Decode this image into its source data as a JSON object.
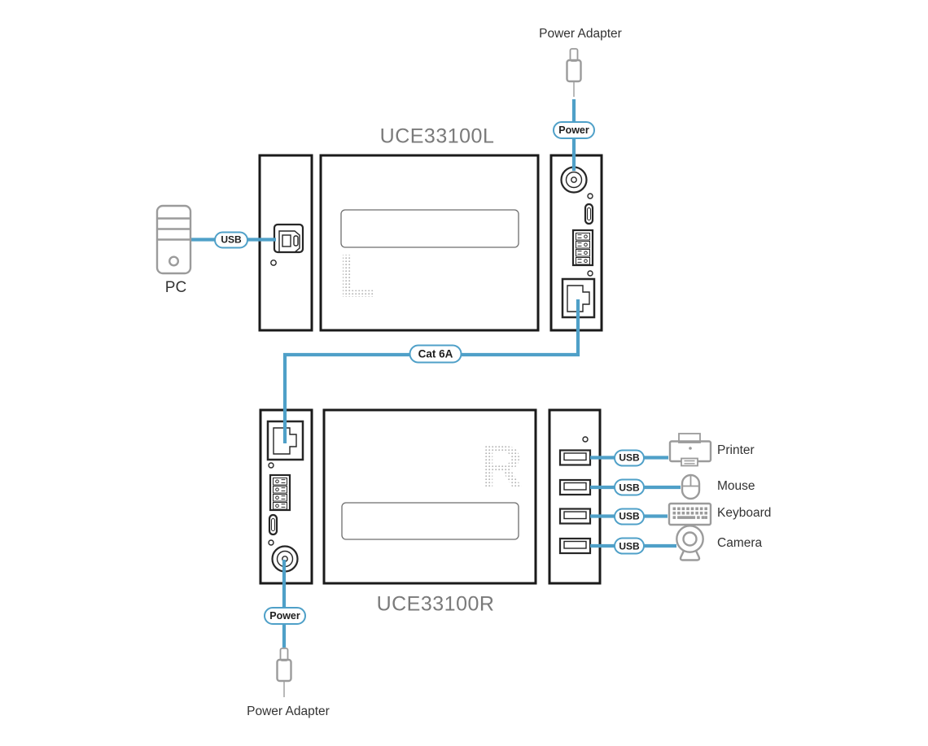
{
  "colors": {
    "line_blue": "#4fa0c8",
    "device_outline": "#1a1a1a",
    "icon_gray": "#9b9b9b",
    "title_gray": "#7a7a7a",
    "text_dark": "#333333",
    "watermark_dot": "#b5b5b5"
  },
  "top_device": {
    "title": "UCE33100L",
    "watermark_letter": "L",
    "power_adapter_label": "Power Adapter",
    "power_badge_label": "Power",
    "usb_badge_label": "USB",
    "pc_label": "PC"
  },
  "link": {
    "cable_badge_label": "Cat 6A"
  },
  "bottom_device": {
    "title": "UCE33100R",
    "watermark_letter": "R",
    "power_adapter_label": "Power Adapter",
    "power_badge_label": "Power",
    "peripherals": [
      {
        "badge_label": "USB",
        "label": "Printer"
      },
      {
        "badge_label": "USB",
        "label": "Mouse"
      },
      {
        "badge_label": "USB",
        "label": "Keyboard"
      },
      {
        "badge_label": "USB",
        "label": "Camera"
      }
    ]
  }
}
